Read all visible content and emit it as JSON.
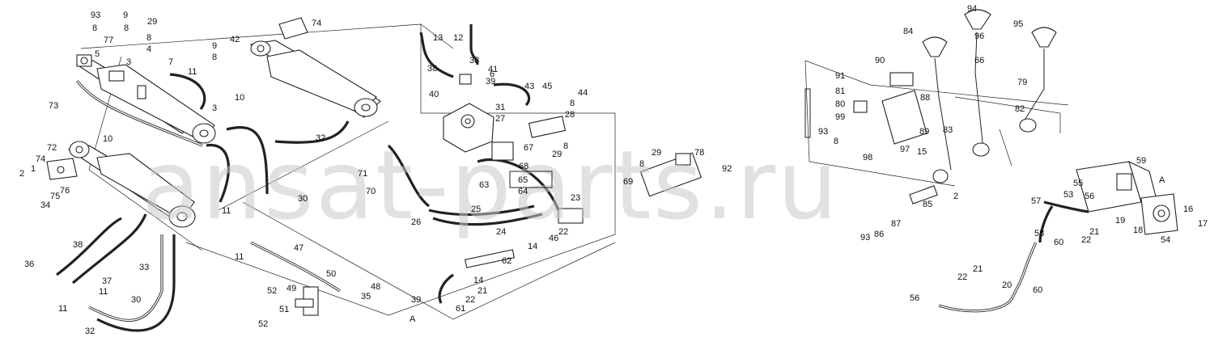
{
  "watermark": "ansat-parts.ru",
  "labels": [
    {
      "id": "93a",
      "text": "93"
    },
    {
      "id": "9a",
      "text": "9"
    },
    {
      "id": "29a",
      "text": "29"
    },
    {
      "id": "8a",
      "text": "8"
    },
    {
      "id": "8b",
      "text": "8"
    },
    {
      "id": "8c",
      "text": "8"
    },
    {
      "id": "77",
      "text": "77"
    },
    {
      "id": "4",
      "text": "4"
    },
    {
      "id": "5",
      "text": "5"
    },
    {
      "id": "3a",
      "text": "3"
    },
    {
      "id": "7",
      "text": "7"
    },
    {
      "id": "9b",
      "text": "9"
    },
    {
      "id": "8d",
      "text": "8"
    },
    {
      "id": "11a",
      "text": "11"
    },
    {
      "id": "3b",
      "text": "3"
    },
    {
      "id": "73",
      "text": "73"
    },
    {
      "id": "10a",
      "text": "10"
    },
    {
      "id": "10b",
      "text": "10"
    },
    {
      "id": "42",
      "text": "42"
    },
    {
      "id": "74a",
      "text": "74"
    },
    {
      "id": "72",
      "text": "72"
    },
    {
      "id": "74b",
      "text": "74"
    },
    {
      "id": "1",
      "text": "1"
    },
    {
      "id": "2a",
      "text": "2"
    },
    {
      "id": "76",
      "text": "76"
    },
    {
      "id": "75",
      "text": "75"
    },
    {
      "id": "34",
      "text": "34"
    },
    {
      "id": "11b",
      "text": "11"
    },
    {
      "id": "30a",
      "text": "30"
    },
    {
      "id": "32a",
      "text": "32"
    },
    {
      "id": "38a",
      "text": "38"
    },
    {
      "id": "36",
      "text": "36"
    },
    {
      "id": "33",
      "text": "33"
    },
    {
      "id": "37",
      "text": "37"
    },
    {
      "id": "11c",
      "text": "11"
    },
    {
      "id": "11d",
      "text": "11"
    },
    {
      "id": "30b",
      "text": "30"
    },
    {
      "id": "32b",
      "text": "32"
    },
    {
      "id": "13",
      "text": "13"
    },
    {
      "id": "12",
      "text": "12"
    },
    {
      "id": "38b",
      "text": "38"
    },
    {
      "id": "38c",
      "text": "38"
    },
    {
      "id": "41",
      "text": "41"
    },
    {
      "id": "6",
      "text": "6"
    },
    {
      "id": "39a",
      "text": "39"
    },
    {
      "id": "40",
      "text": "40"
    },
    {
      "id": "43",
      "text": "43"
    },
    {
      "id": "45",
      "text": "45"
    },
    {
      "id": "44",
      "text": "44"
    },
    {
      "id": "8e",
      "text": "8"
    },
    {
      "id": "31",
      "text": "31"
    },
    {
      "id": "27",
      "text": "27"
    },
    {
      "id": "28",
      "text": "28"
    },
    {
      "id": "67",
      "text": "67"
    },
    {
      "id": "29b",
      "text": "29"
    },
    {
      "id": "8f",
      "text": "8"
    },
    {
      "id": "68",
      "text": "68"
    },
    {
      "id": "65",
      "text": "65"
    },
    {
      "id": "63",
      "text": "63"
    },
    {
      "id": "64",
      "text": "64"
    },
    {
      "id": "71",
      "text": "71"
    },
    {
      "id": "70",
      "text": "70"
    },
    {
      "id": "26",
      "text": "26"
    },
    {
      "id": "25",
      "text": "25"
    },
    {
      "id": "23",
      "text": "23"
    },
    {
      "id": "24",
      "text": "24"
    },
    {
      "id": "46",
      "text": "46"
    },
    {
      "id": "22a",
      "text": "22"
    },
    {
      "id": "14a",
      "text": "14"
    },
    {
      "id": "62",
      "text": "62"
    },
    {
      "id": "14b",
      "text": "14"
    },
    {
      "id": "21a",
      "text": "21"
    },
    {
      "id": "22b",
      "text": "22"
    },
    {
      "id": "61",
      "text": "61"
    },
    {
      "id": "39b",
      "text": "39"
    },
    {
      "id": "A1",
      "text": "A"
    },
    {
      "id": "11e",
      "text": "11"
    },
    {
      "id": "47",
      "text": "47"
    },
    {
      "id": "50",
      "text": "50"
    },
    {
      "id": "48",
      "text": "48"
    },
    {
      "id": "35",
      "text": "35"
    },
    {
      "id": "49",
      "text": "49"
    },
    {
      "id": "52a",
      "text": "52"
    },
    {
      "id": "51",
      "text": "51"
    },
    {
      "id": "52b",
      "text": "52"
    },
    {
      "id": "29c",
      "text": "29"
    },
    {
      "id": "8g",
      "text": "8"
    },
    {
      "id": "78",
      "text": "78"
    },
    {
      "id": "69",
      "text": "69"
    },
    {
      "id": "92",
      "text": "92"
    },
    {
      "id": "84",
      "text": "84"
    },
    {
      "id": "90",
      "text": "90"
    },
    {
      "id": "91",
      "text": "91"
    },
    {
      "id": "81",
      "text": "81"
    },
    {
      "id": "80",
      "text": "80"
    },
    {
      "id": "88",
      "text": "88"
    },
    {
      "id": "99",
      "text": "99"
    },
    {
      "id": "93b",
      "text": "93"
    },
    {
      "id": "8h",
      "text": "8"
    },
    {
      "id": "89",
      "text": "89"
    },
    {
      "id": "98",
      "text": "98"
    },
    {
      "id": "97",
      "text": "97"
    },
    {
      "id": "83",
      "text": "83"
    },
    {
      "id": "94",
      "text": "94"
    },
    {
      "id": "96",
      "text": "96"
    },
    {
      "id": "66",
      "text": "66"
    },
    {
      "id": "95",
      "text": "95"
    },
    {
      "id": "79",
      "text": "79"
    },
    {
      "id": "82",
      "text": "82"
    },
    {
      "id": "15",
      "text": "15"
    },
    {
      "id": "2b",
      "text": "2"
    },
    {
      "id": "85",
      "text": "85"
    },
    {
      "id": "87",
      "text": "87"
    },
    {
      "id": "93c",
      "text": "93"
    },
    {
      "id": "86",
      "text": "86"
    },
    {
      "id": "59",
      "text": "59"
    },
    {
      "id": "A2",
      "text": "A"
    },
    {
      "id": "55",
      "text": "55"
    },
    {
      "id": "53",
      "text": "53"
    },
    {
      "id": "56a",
      "text": "56"
    },
    {
      "id": "57",
      "text": "57"
    },
    {
      "id": "19",
      "text": "19"
    },
    {
      "id": "16",
      "text": "16"
    },
    {
      "id": "17",
      "text": "17"
    },
    {
      "id": "18",
      "text": "18"
    },
    {
      "id": "54",
      "text": "54"
    },
    {
      "id": "22c",
      "text": "22"
    },
    {
      "id": "21b",
      "text": "21"
    },
    {
      "id": "58",
      "text": "58"
    },
    {
      "id": "60a",
      "text": "60"
    },
    {
      "id": "60b",
      "text": "60"
    },
    {
      "id": "21c",
      "text": "21"
    },
    {
      "id": "22d",
      "text": "22"
    },
    {
      "id": "20",
      "text": "20"
    },
    {
      "id": "56b",
      "text": "56"
    }
  ]
}
